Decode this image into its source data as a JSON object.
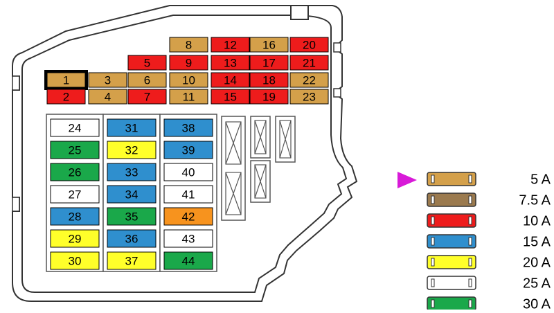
{
  "colors": {
    "5A": "#d4a04a",
    "7.5A": "#9b7a4e",
    "10A": "#ee1c1c",
    "15A": "#2f8fce",
    "20A": "#ffff2a",
    "25A": "#ffffff",
    "30A": "#1aa84a",
    "42": "#f7931e",
    "outline": "#000000",
    "relay_fill": "#ffffff",
    "marker": "#d81ad8",
    "housing_stroke": "#333333"
  },
  "top_fuses": [
    {
      "num": "8",
      "rating": "5A"
    },
    {
      "num": "12",
      "rating": "10A"
    },
    {
      "num": "16",
      "rating": "5A"
    },
    {
      "num": "20",
      "rating": "10A"
    },
    {
      "num": "5",
      "rating": "10A"
    },
    {
      "num": "9",
      "rating": "10A"
    },
    {
      "num": "13",
      "rating": "10A"
    },
    {
      "num": "17",
      "rating": "10A"
    },
    {
      "num": "21",
      "rating": "10A"
    },
    {
      "num": "1",
      "rating": "5A",
      "highlighted": true
    },
    {
      "num": "3",
      "rating": "5A"
    },
    {
      "num": "6",
      "rating": "5A"
    },
    {
      "num": "10",
      "rating": "5A"
    },
    {
      "num": "14",
      "rating": "10A"
    },
    {
      "num": "18",
      "rating": "10A"
    },
    {
      "num": "22",
      "rating": "5A"
    },
    {
      "num": "2",
      "rating": "10A"
    },
    {
      "num": "4",
      "rating": "5A"
    },
    {
      "num": "7",
      "rating": "10A"
    },
    {
      "num": "11",
      "rating": "5A"
    },
    {
      "num": "15",
      "rating": "10A"
    },
    {
      "num": "19",
      "rating": "10A"
    },
    {
      "num": "23",
      "rating": "5A"
    }
  ],
  "columns": [
    [
      {
        "num": "24",
        "rating": "25A"
      },
      {
        "num": "25",
        "rating": "30A"
      },
      {
        "num": "26",
        "rating": "30A"
      },
      {
        "num": "27",
        "rating": "25A"
      },
      {
        "num": "28",
        "rating": "15A"
      },
      {
        "num": "29",
        "rating": "20A"
      },
      {
        "num": "30",
        "rating": "20A"
      }
    ],
    [
      {
        "num": "31",
        "rating": "15A"
      },
      {
        "num": "32",
        "rating": "20A"
      },
      {
        "num": "33",
        "rating": "15A"
      },
      {
        "num": "34",
        "rating": "15A"
      },
      {
        "num": "35",
        "rating": "30A"
      },
      {
        "num": "36",
        "rating": "15A"
      },
      {
        "num": "37",
        "rating": "20A"
      }
    ],
    [
      {
        "num": "38",
        "rating": "15A"
      },
      {
        "num": "39",
        "rating": "15A"
      },
      {
        "num": "40",
        "rating": "25A"
      },
      {
        "num": "41",
        "rating": "25A"
      },
      {
        "num": "42",
        "rating": "42"
      },
      {
        "num": "43",
        "rating": "25A"
      },
      {
        "num": "44",
        "rating": "30A"
      }
    ]
  ],
  "legend": [
    {
      "key": "5A",
      "label": "5 A"
    },
    {
      "key": "7.5A",
      "label": "7.5 A"
    },
    {
      "key": "10A",
      "label": "10 A"
    },
    {
      "key": "15A",
      "label": "15 A"
    },
    {
      "key": "20A",
      "label": "20 A"
    },
    {
      "key": "25A",
      "label": "25 A"
    },
    {
      "key": "30A",
      "label": "30 A"
    }
  ]
}
